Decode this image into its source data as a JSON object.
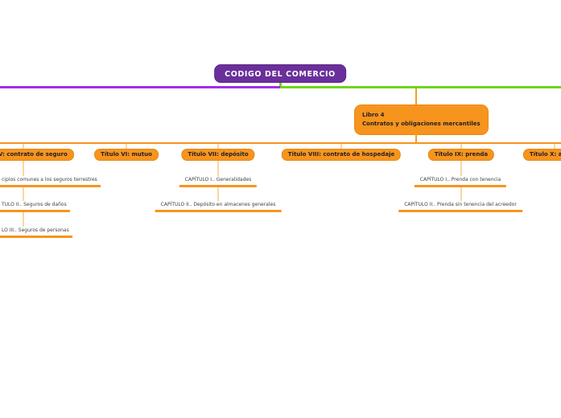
{
  "root": {
    "label": "CODIGO DEL COMERCIO"
  },
  "libro": {
    "line1": "Libro 4",
    "line2": "Contratos y obligaciones mercantiles"
  },
  "titles": [
    {
      "label": "V: contrato de seguro"
    },
    {
      "label": "Título VI: mutuo"
    },
    {
      "label": "Título VII: depósito"
    },
    {
      "label": "Título VIII: contrato de hospedaje"
    },
    {
      "label": "Título IX: prenda"
    },
    {
      "label": "Título X: an"
    }
  ],
  "chapters": {
    "seguro": [
      "cipios comunes a los seguros terrestres",
      "TULO II.. Seguros de daños",
      "LO III.. Seguros de personas"
    ],
    "deposito": [
      "CAPÍTULO I.. Generalidades",
      "CAPÍTULO II.. Depósito en almacenes generales"
    ],
    "prenda": [
      "CAPÍTULO I.. Prenda con tenencia",
      "CAPÍTULO II.. Prenda sin tenencia del acreedor"
    ]
  },
  "colors": {
    "root_node": "#6b2f9c",
    "purple_branch": "#a22ee8",
    "green_branch": "#70d41f",
    "orange_node": "#f7941e",
    "orange_border": "#e8890f",
    "pale_connector": "#fad7a0",
    "node_text": "#222222",
    "chapter_text": "#3f3f3f",
    "root_text": "#ffffff"
  }
}
